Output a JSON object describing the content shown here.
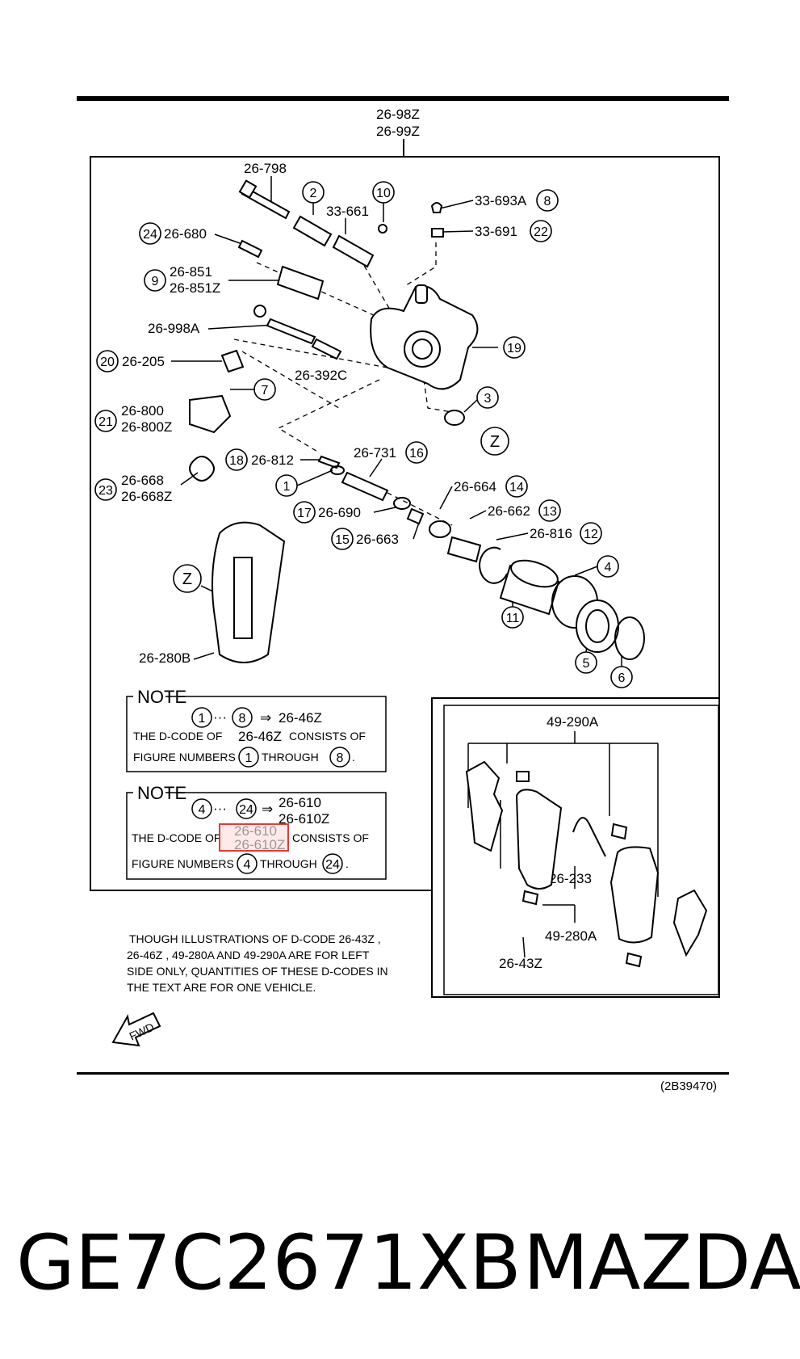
{
  "header": {
    "top_labels": [
      "26-98Z",
      "26-99Z"
    ],
    "figure_code": "(2B39470)"
  },
  "parts": {
    "p26_798": "26-798",
    "p33_661": "33-661",
    "p33_693A": "33-693A",
    "p33_691": "33-691",
    "p26_680": "26-680",
    "p26_851": "26-851",
    "p26_851Z": "26-851Z",
    "p26_998A": "26-998A",
    "p26_205": "26-205",
    "p26_392C": "26-392C",
    "p26_800": "26-800",
    "p26_800Z": "26-800Z",
    "p26_812": "26-812",
    "p26_731": "26-731",
    "p26_668": "26-668",
    "p26_668Z": "26-668Z",
    "p26_690": "26-690",
    "p26_664": "26-664",
    "p26_662": "26-662",
    "p26_663": "26-663",
    "p26_816": "26-816",
    "p26_280B": "26-280B",
    "p49_290A": "49-290A",
    "p26_233": "26-233",
    "p49_280A": "49-280A",
    "p26_43Z": "26-43Z"
  },
  "callouts": {
    "c1": "1",
    "c2": "2",
    "c3": "3",
    "c4": "4",
    "c5": "5",
    "c6": "6",
    "c7": "7",
    "c8": "8",
    "c9": "9",
    "c10": "10",
    "c11": "11",
    "c12": "12",
    "c13": "13",
    "c14": "14",
    "c15": "15",
    "c16": "16",
    "c17": "17",
    "c18": "18",
    "c19": "19",
    "c20": "20",
    "c21": "21",
    "c22": "22",
    "c23": "23",
    "c24": "24",
    "z": "Z"
  },
  "note1": {
    "title": "NOTE",
    "from": "1",
    "to": "8",
    "dots": "···",
    "arrow": "⇒",
    "result": "26-46Z",
    "line1_a": "THE D-CODE OF",
    "line1_code": "26-46Z",
    "line1_b": "CONSISTS OF",
    "line2_a": "FIGURE NUMBERS",
    "line2_b": "THROUGH",
    "line2_end": "."
  },
  "note2": {
    "title": "NOTE",
    "from": "4",
    "to": "24",
    "dots": "···",
    "arrow": "⇒",
    "result1": "26-610",
    "result2": "26-610Z",
    "line1_a": "THE D-CODE OF",
    "line1_code1": "26-610",
    "line1_code2": "26-610Z",
    "line1_b": "CONSISTS OF",
    "line2_a": "FIGURE NUMBERS",
    "line2_b": "THROUGH",
    "line2_end": "."
  },
  "footnote": {
    "line1": "THOUGH  ILLUSTRATIONS  OF  D-CODE  26-43Z  ,",
    "line2": "26-46Z  ,  49-280A  AND 49-290A  ARE FOR LEFT",
    "line3": "SIDE ONLY, QUANTITIES  OF  THESE  D-CODES IN",
    "line4": "THE  TEXT  ARE  FOR  ONE  VEHICLE."
  },
  "fwd": "FWD",
  "caption": {
    "part_number": "GE7C2671XB",
    "brand": "MAZDA"
  },
  "colors": {
    "line": "#000000",
    "highlight": "#e53935",
    "highlight_fill": "#ffe9e9"
  }
}
